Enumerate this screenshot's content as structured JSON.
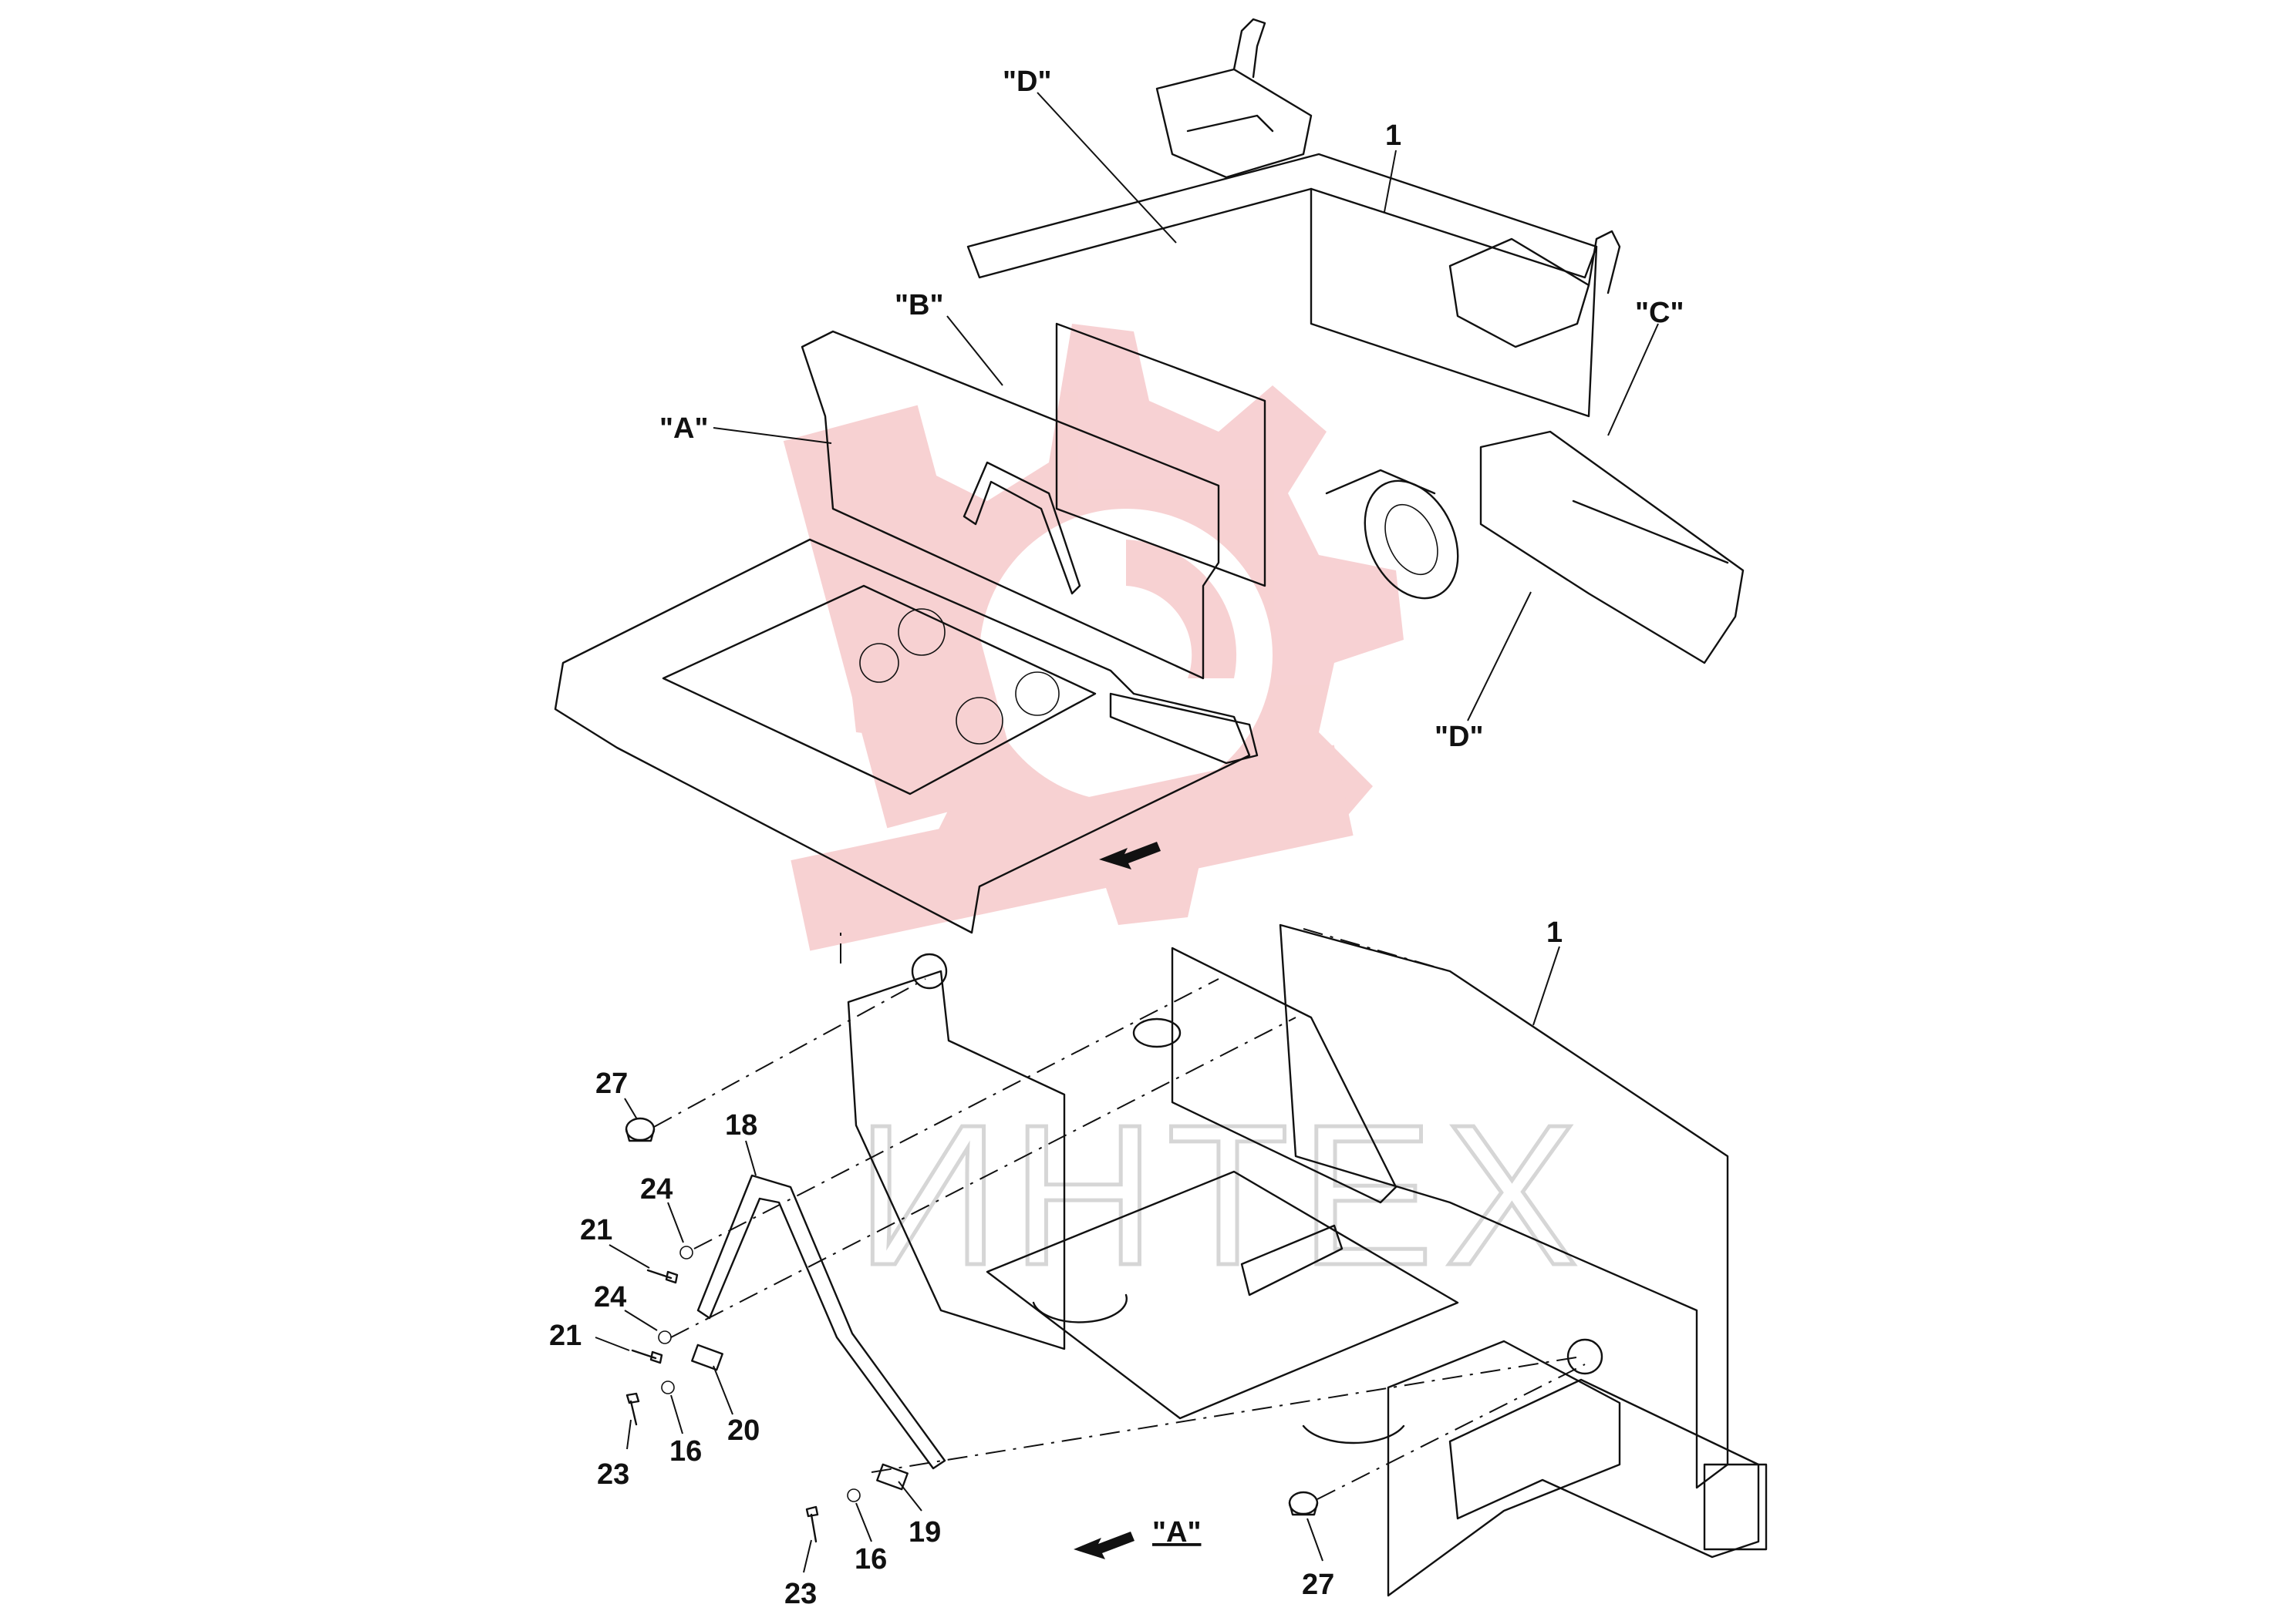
{
  "watermark": {
    "text": "ИНТЕХ",
    "gear_color": "#f6c9cb"
  },
  "callouts": {
    "d_top": "\"D\"",
    "one_top": "1",
    "b": "\"B\"",
    "c": "\"C\"",
    "a": "\"A\"",
    "d_right": "\"D\"",
    "one_mid": "1",
    "n27_left": "27",
    "n18": "18",
    "n24_upper": "24",
    "n21_upper": "21",
    "n24_lower": "24",
    "n21_lower": "21",
    "n23_left": "23",
    "n16_left": "16",
    "n20": "20",
    "n19": "19",
    "n16_bottom": "16",
    "n23_bottom": "23",
    "view_a_label": "\"A\"",
    "n27_right": "27"
  },
  "icons": {
    "direction_arrow": "arrow-southwest-icon"
  }
}
